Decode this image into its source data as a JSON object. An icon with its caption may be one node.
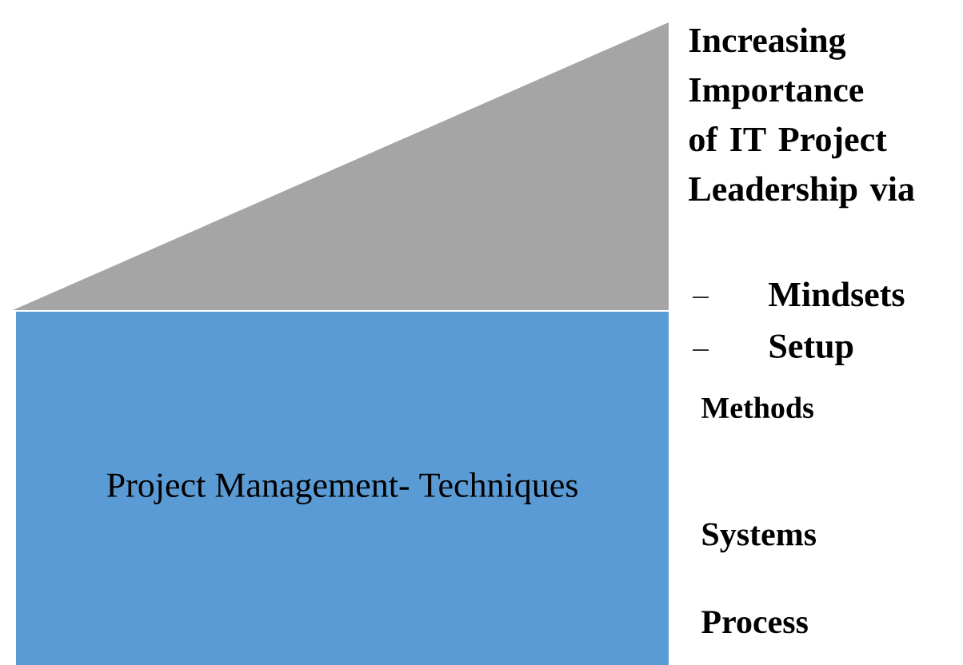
{
  "diagram": {
    "nodes": [
      {
        "text": [],
        "shape": "triangle",
        "beside": [
          "Increasing Importance of IT Project Leadership via",
          "Mindsets",
          "Setup"
        ]
      },
      {
        "text": [
          "Project Management- Techniques"
        ],
        "beside": [
          "Methods",
          "Systems",
          "Process"
        ]
      }
    ]
  }
}
